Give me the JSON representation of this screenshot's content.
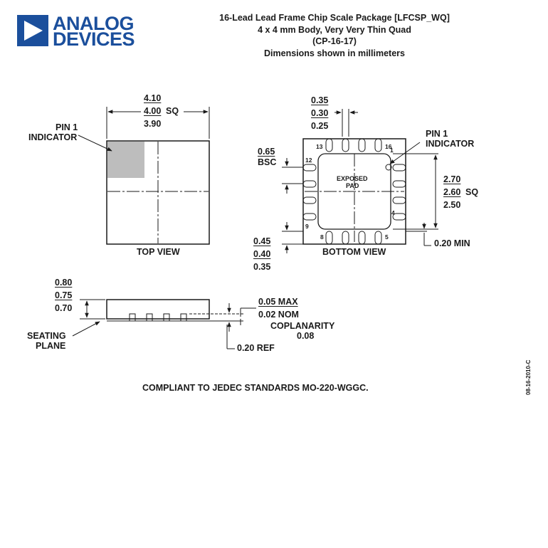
{
  "logo": {
    "line1": "ANALOG",
    "line2": "DEVICES",
    "brand_color": "#1b4f9c"
  },
  "header": {
    "line1": "16-Lead Lead Frame Chip Scale Package [LFCSP_WQ]",
    "line2": "4 x 4 mm Body, Very Very Thin Quad",
    "line3": "(CP-16-17)",
    "line4": "Dimensions shown in millimeters"
  },
  "top_view": {
    "dim_max": "4.10",
    "dim_nom": "4.00",
    "dim_min": "3.90",
    "sq": "SQ",
    "pin1_line1": "PIN 1",
    "pin1_line2": "INDICATOR",
    "caption": "TOP VIEW"
  },
  "bottom_view": {
    "lead_w_max": "0.35",
    "lead_w_nom": "0.30",
    "lead_w_min": "0.25",
    "pitch": "0.65",
    "pitch_bsc": "BSC",
    "pin1_line1": "PIN 1",
    "pin1_line2": "INDICATOR",
    "pad_line1": "EXPOSED",
    "pad_line2": "PAD",
    "pad_max": "2.70",
    "pad_nom": "2.60",
    "pad_min": "2.50",
    "sq": "SQ",
    "lead_l_max": "0.45",
    "lead_l_nom": "0.40",
    "lead_l_min": "0.35",
    "min_clear": "0.20 MIN",
    "pins": [
      "13",
      "16",
      "12",
      "1",
      "9",
      "4",
      "8",
      "5"
    ],
    "caption": "BOTTOM VIEW"
  },
  "side_view": {
    "h_max": "0.80",
    "h_nom": "0.75",
    "h_min": "0.70",
    "standoff_max": "0.05 MAX",
    "standoff_nom": "0.02 NOM",
    "coplanarity_label": "COPLANARITY",
    "coplanarity_value": "0.08",
    "ref": "0.20 REF",
    "seating_line1": "SEATING",
    "seating_line2": "PLANE"
  },
  "footer": {
    "compliance": "COMPLIANT TO JEDEC STANDARDS MO-220-WGGC.",
    "date_code": "08-16-2010-C"
  }
}
